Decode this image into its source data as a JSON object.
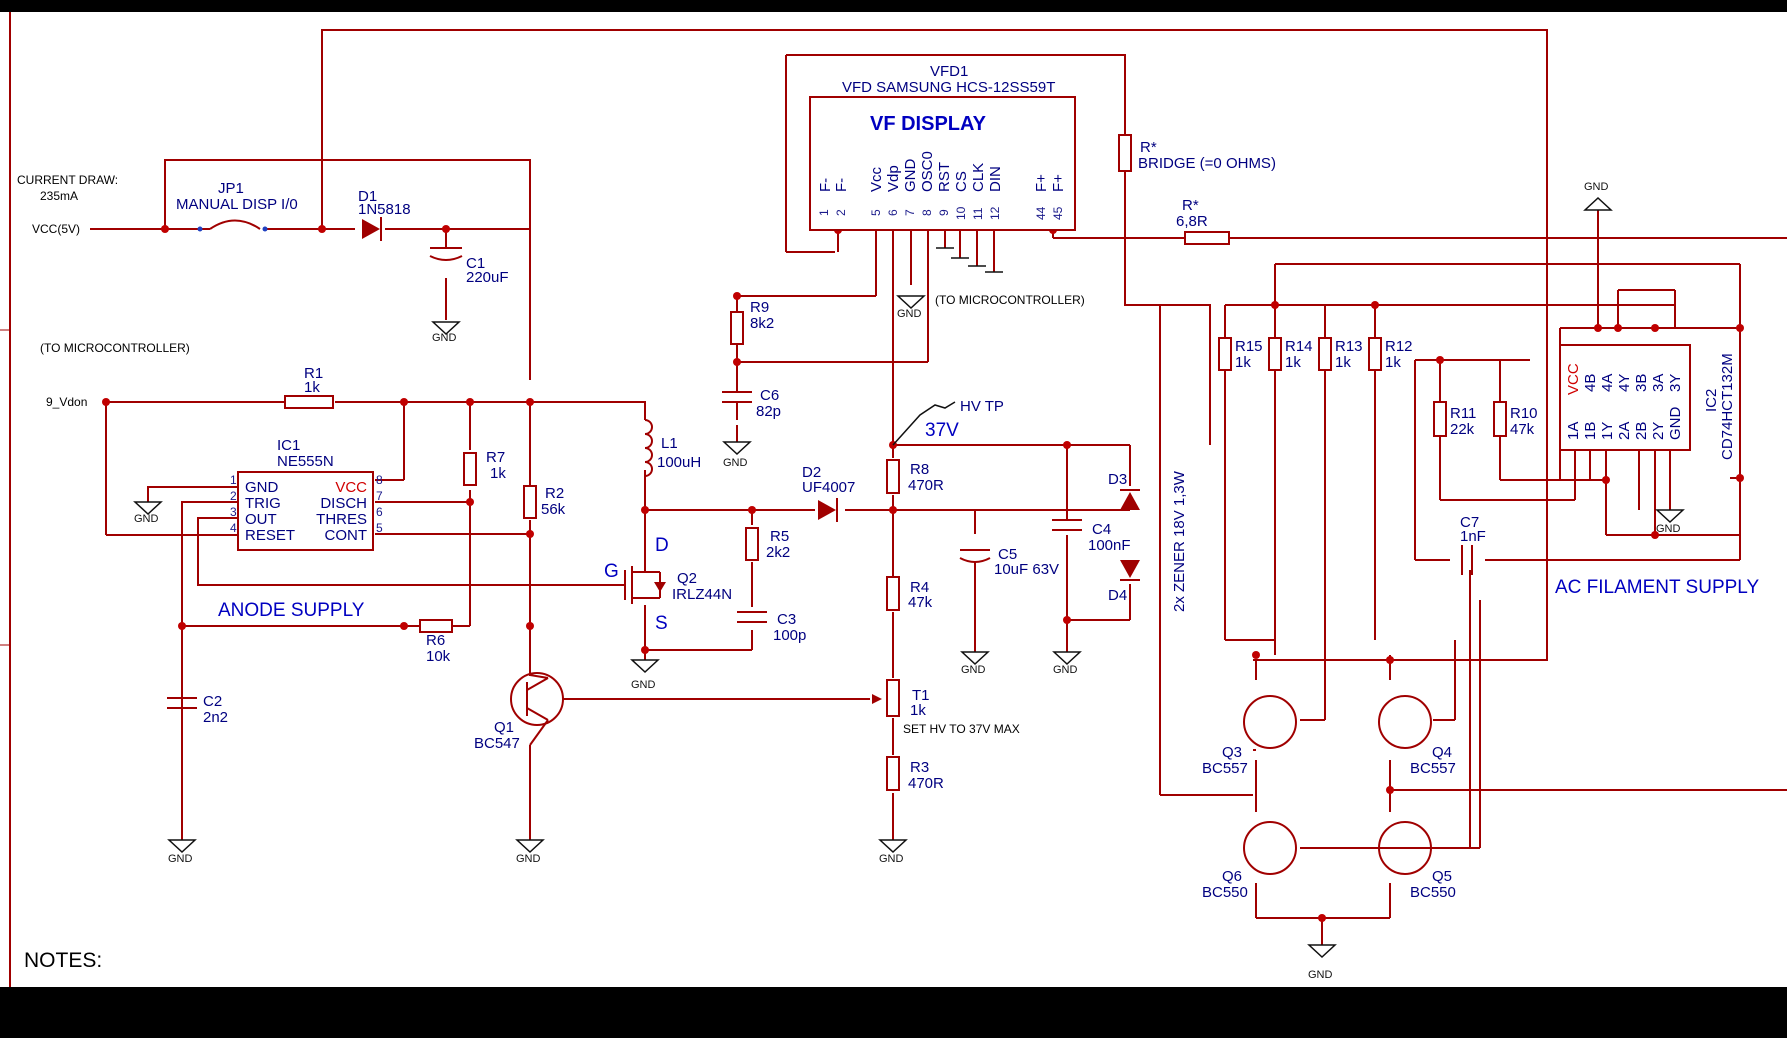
{
  "notes_label": "NOTES:",
  "current_draw": {
    "line1": "CURRENT DRAW:",
    "line2": "235mA"
  },
  "vcc_label": "VCC(5V)",
  "vdon_label": "9_Vdon",
  "to_micro_1": "(TO MICROCONTROLLER)",
  "to_micro_2": "(TO MICROCONTROLLER)",
  "gnd_label": "GND",
  "hv_tp_label": "HV TP",
  "hv_value": "37V",
  "anode_supply_label": "ANODE SUPPLY",
  "ac_filament_supply_label": "AC FILAMENT SUPPLY",
  "zener_note": "2x ZENER 18V 1,3W",
  "set_hv_note": "SET HV TO 37V MAX",
  "jp1": {
    "ref": "JP1",
    "value": "MANUAL DISP I/0"
  },
  "d1": {
    "ref": "D1",
    "value": "1N5818"
  },
  "d2": {
    "ref": "D2",
    "value": "UF4007"
  },
  "d3": {
    "ref": "D3"
  },
  "d4": {
    "ref": "D4"
  },
  "c1": {
    "ref": "C1",
    "value": "220uF"
  },
  "c2": {
    "ref": "C2",
    "value": "2n2"
  },
  "c3": {
    "ref": "C3",
    "value": "100p"
  },
  "c4": {
    "ref": "C4",
    "value": "100nF"
  },
  "c5": {
    "ref": "C5",
    "value": "10uF 63V"
  },
  "c6": {
    "ref": "C6",
    "value": "82p"
  },
  "c7": {
    "ref": "C7",
    "value": "1nF"
  },
  "r1": {
    "ref": "R1",
    "value": "1k"
  },
  "r2": {
    "ref": "R2",
    "value": "56k"
  },
  "r3": {
    "ref": "R3",
    "value": "470R"
  },
  "r4": {
    "ref": "R4",
    "value": "47k"
  },
  "r5": {
    "ref": "R5",
    "value": "2k2"
  },
  "r6": {
    "ref": "R6",
    "value": "10k"
  },
  "r7": {
    "ref": "R7",
    "value": "1k"
  },
  "r8": {
    "ref": "R8",
    "value": "470R"
  },
  "r9": {
    "ref": "R9",
    "value": "8k2"
  },
  "r10": {
    "ref": "R10",
    "value": "47k"
  },
  "r11": {
    "ref": "R11",
    "value": "22k"
  },
  "r12": {
    "ref": "R12",
    "value": "1k"
  },
  "r13": {
    "ref": "R13",
    "value": "1k"
  },
  "r14": {
    "ref": "R14",
    "value": "1k"
  },
  "r15": {
    "ref": "R15",
    "value": "1k"
  },
  "rstar1": {
    "ref": "R*",
    "value": "BRIDGE (=0 OHMS)"
  },
  "rstar2": {
    "ref": "R*",
    "value": "6,8R"
  },
  "l1": {
    "ref": "L1",
    "value": "100uH"
  },
  "t1": {
    "ref": "T1",
    "value": "1k"
  },
  "q1": {
    "ref": "Q1",
    "value": "BC547"
  },
  "q2": {
    "ref": "Q2",
    "value": "IRLZ44N",
    "g": "G",
    "d": "D",
    "s": "S"
  },
  "q3": {
    "ref": "Q3",
    "value": "BC557"
  },
  "q4": {
    "ref": "Q4",
    "value": "BC557"
  },
  "q5": {
    "ref": "Q5",
    "value": "BC550"
  },
  "q6": {
    "ref": "Q6",
    "value": "BC550"
  },
  "ic1": {
    "ref": "IC1",
    "value": "NE555N",
    "pins_left": [
      "GND",
      "TRIG",
      "OUT",
      "RESET"
    ],
    "pins_right": [
      "VCC",
      "DISCH",
      "THRES",
      "CONT"
    ]
  },
  "ic2": {
    "ref": "IC2",
    "value": "CD74HCT132M",
    "top_pins": [
      "VCC",
      "4B",
      "4A",
      "4Y",
      "3B",
      "3A",
      "3Y"
    ],
    "bottom_pins": [
      "1A",
      "1B",
      "1Y",
      "2A",
      "2B",
      "2Y",
      "GND"
    ]
  },
  "vfd": {
    "ref": "VFD1",
    "value": "VFD SAMSUNG HCS-12SS59T",
    "title": "VF DISPLAY",
    "pins": [
      "F-",
      "F-",
      "Vcc",
      "Vdp",
      "GND",
      "OSC0",
      "RST",
      "CS",
      "CLK",
      "DIN",
      "F+",
      "F+"
    ]
  }
}
